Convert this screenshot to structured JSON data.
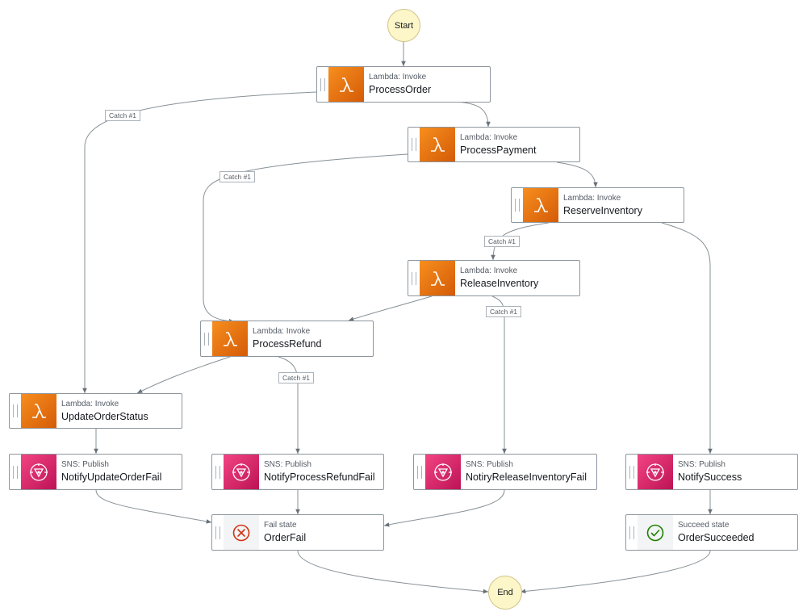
{
  "start": {
    "label": "Start"
  },
  "end": {
    "label": "End"
  },
  "nodes": {
    "process_order": {
      "type": "Lambda: Invoke",
      "name": "ProcessOrder",
      "icon": "lambda-icon"
    },
    "process_payment": {
      "type": "Lambda: Invoke",
      "name": "ProcessPayment",
      "icon": "lambda-icon"
    },
    "reserve_inventory": {
      "type": "Lambda: Invoke",
      "name": "ReserveInventory",
      "icon": "lambda-icon"
    },
    "release_inventory": {
      "type": "Lambda: Invoke",
      "name": "ReleaseInventory",
      "icon": "lambda-icon"
    },
    "process_refund": {
      "type": "Lambda: Invoke",
      "name": "ProcessRefund",
      "icon": "lambda-icon"
    },
    "update_order_status": {
      "type": "Lambda: Invoke",
      "name": "UpdateOrderStatus",
      "icon": "lambda-icon"
    },
    "notify_update_order_fail": {
      "type": "SNS: Publish",
      "name": "NotifyUpdateOrderFail",
      "icon": "sns-icon"
    },
    "notify_process_refund_fail": {
      "type": "SNS: Publish",
      "name": "NotifyProcessRefundFail",
      "icon": "sns-icon"
    },
    "notiry_release_inventory_fail": {
      "type": "SNS: Publish",
      "name": "NotiryReleaseInventoryFail",
      "icon": "sns-icon"
    },
    "notify_success": {
      "type": "SNS: Publish",
      "name": "NotifySuccess",
      "icon": "sns-icon"
    },
    "order_fail": {
      "type": "Fail state",
      "name": "OrderFail",
      "icon": "fail-icon"
    },
    "order_succeeded": {
      "type": "Succeed state",
      "name": "OrderSucceeded",
      "icon": "check-icon"
    }
  },
  "catch_labels": {
    "process_order": "Catch #1",
    "process_payment": "Catch #1",
    "reserve_inventory": "Catch #1",
    "release_inventory": "Catch #1",
    "process_refund": "Catch #1"
  },
  "colors": {
    "lambda": "#e8720c",
    "sns": "#e7157b",
    "terminal_fill": "#fdf6c8",
    "edge": "#879196",
    "fail": "#d13212",
    "succeed": "#1d8102"
  }
}
